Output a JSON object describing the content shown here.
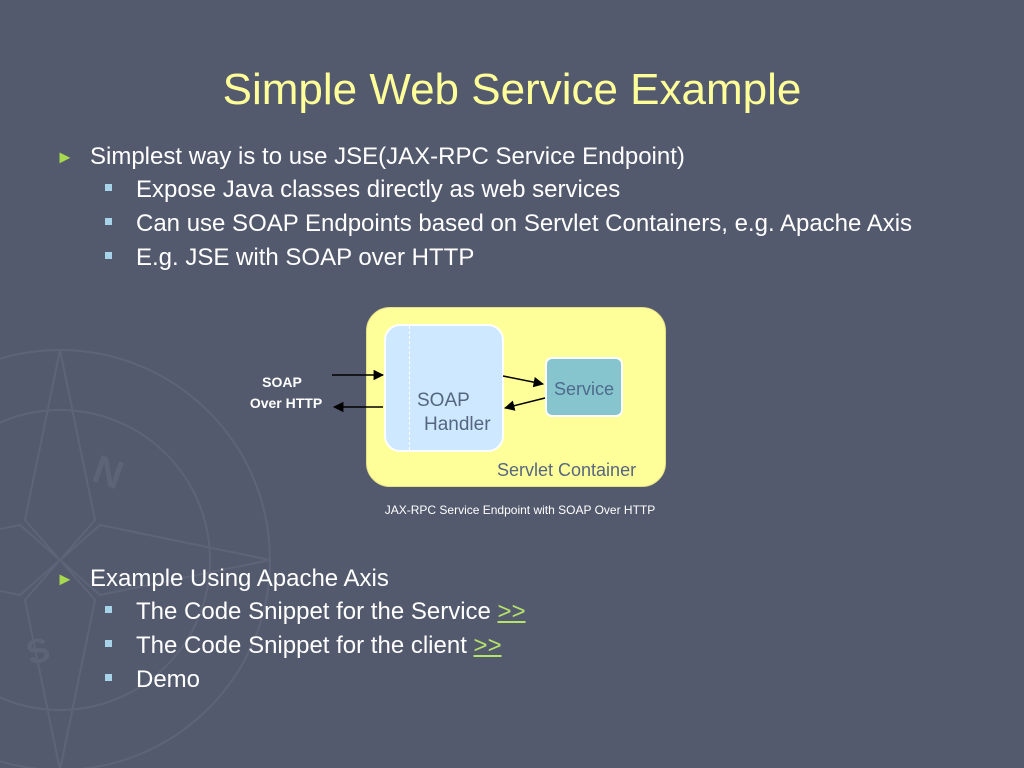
{
  "slide": {
    "title": "Simple Web Service Example",
    "bullets": [
      {
        "text": "Simplest way is to use JSE(JAX-RPC Service Endpoint)",
        "subs": [
          "Expose Java classes directly as web services",
          "Can use SOAP Endpoints based on Servlet Containers, e.g. Apache Axis",
          "E.g. JSE with SOAP over HTTP"
        ]
      },
      {
        "text": "Example Using Apache Axis",
        "subs": [
          {
            "text": "The Code Snippet for the Service ",
            "link": ">>"
          },
          {
            "text": "The Code Snippet for the client ",
            "link": ">>"
          },
          {
            "text": "Demo"
          }
        ]
      }
    ]
  },
  "diagram": {
    "soap_label_line1": "SOAP",
    "soap_label_line2": "Over HTTP",
    "handler_line1": "SOAP",
    "handler_line2": "Handler",
    "service_label": "Service",
    "container_label": "Servlet Container",
    "caption": "JAX-RPC Service Endpoint with SOAP Over HTTP"
  },
  "theme": {
    "background": "#545a6e",
    "title_color": "#ffff99",
    "arrow_bullet_color": "#a7d94e",
    "square_bullet_color": "#a7d3e8",
    "link_color": "#b6e36a",
    "container_fill": "#ffff99",
    "handler_fill": "#cde8ff",
    "service_fill": "#86c5ce"
  },
  "icons": {
    "level1_marker": "►",
    "background_art": "compass-rose-watermark"
  }
}
